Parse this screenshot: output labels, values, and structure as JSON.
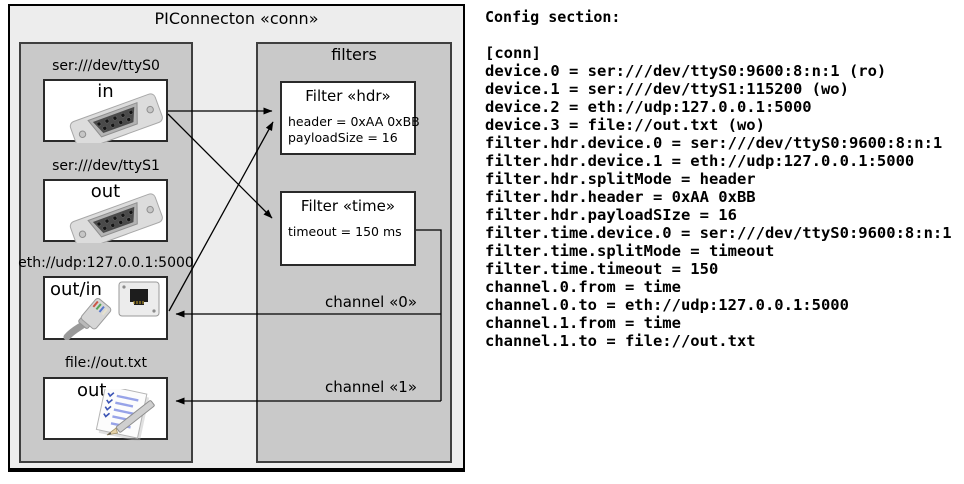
{
  "diagram": {
    "title": "PIConnecton «conn»",
    "devices_panel": {
      "devices": [
        {
          "label": "ser:///dev/ttyS0",
          "direction": "in",
          "icon": "serial-connector"
        },
        {
          "label": "ser:///dev/ttyS1",
          "direction": "out",
          "icon": "serial-connector"
        },
        {
          "label": "eth://udp:127.0.0.1:5000",
          "direction": "out/in",
          "icon": "ethernet-connector"
        },
        {
          "label": "file://out.txt",
          "direction": "out",
          "icon": "notepad-pencil"
        }
      ]
    },
    "filters_panel": {
      "title": "filters",
      "filters": [
        {
          "title": "Filter «hdr»",
          "properties": [
            "header = 0xAA 0xBB",
            "payloadSize = 16"
          ]
        },
        {
          "title": "Filter «time»",
          "properties": [
            "timeout = 150 ms"
          ]
        }
      ],
      "channels": [
        {
          "label": "channel «0»"
        },
        {
          "label": "channel «1»"
        }
      ]
    }
  },
  "config": {
    "heading": "Config section:",
    "lines": [
      "[conn]",
      "device.0 = ser:///dev/ttyS0:9600:8:n:1 (ro)",
      "device.1 = ser:///dev/ttyS1:115200 (wo)",
      "device.2 = eth://udp:127.0.0.1:5000",
      "device.3 = file://out.txt (wo)",
      "filter.hdr.device.0 = ser:///dev/ttyS0:9600:8:n:1",
      "filter.hdr.device.1 = eth://udp:127.0.0.1:5000",
      "filter.hdr.splitMode = header",
      "filter.hdr.header = 0xAA 0xBB",
      "filter.hdr.payloadSIze = 16",
      "filter.time.device.0 = ser:///dev/ttyS0:9600:8:n:1",
      "filter.time.splitMode = timeout",
      "filter.time.timeout = 150",
      "channel.0.from = time",
      "channel.0.to = eth://udp:127.0.0.1:5000",
      "channel.1.from = time",
      "channel.1.to = file://out.txt"
    ]
  },
  "colors": {
    "canvas": "#ffffff",
    "outer_fill": "#ededed",
    "panel_fill": "#c9c9c9",
    "box_fill": "#ffffff",
    "line": "#000000",
    "notepad_line_blue": "#97a3e8"
  }
}
